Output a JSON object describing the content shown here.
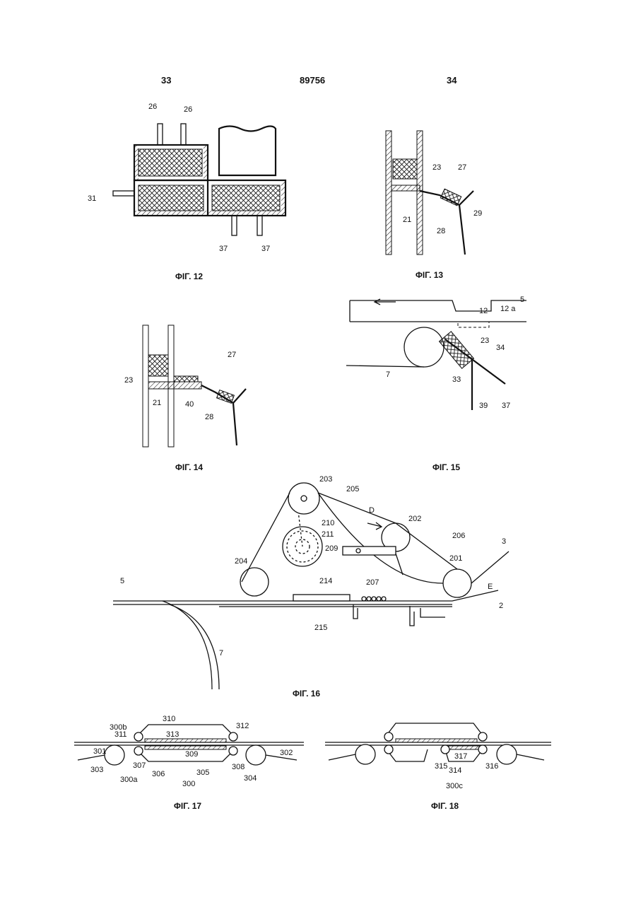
{
  "header": {
    "left_page": "33",
    "doc_number": "89756",
    "right_page": "34"
  },
  "figures": {
    "fig12": {
      "caption": "ΦΙΓ. 12",
      "labels": [
        "26",
        "26",
        "31",
        "37",
        "37"
      ]
    },
    "fig13": {
      "caption": "ΦΙΓ. 13",
      "labels": [
        "23",
        "27",
        "21",
        "28",
        "29"
      ]
    },
    "fig14": {
      "caption": "ΦΙΓ. 14",
      "labels": [
        "27",
        "23",
        "21",
        "40",
        "28"
      ]
    },
    "fig15": {
      "caption": "ΦΙΓ. 15",
      "labels": [
        "12",
        "12 a",
        "5",
        "23",
        "34",
        "33",
        "7",
        "39",
        "37"
      ]
    },
    "fig16": {
      "caption": "ΦΙΓ. 16",
      "labels": [
        "203",
        "205",
        "D",
        "202",
        "206",
        "3",
        "210",
        "211",
        "209",
        "201",
        "204",
        "E",
        "5",
        "214",
        "207",
        "2",
        "215",
        "7"
      ]
    },
    "fig17": {
      "caption": "ΦΙΓ. 17",
      "labels": [
        "300b",
        "310",
        "311",
        "313",
        "312",
        "301",
        "309",
        "302",
        "303",
        "307",
        "306",
        "305",
        "308",
        "304",
        "300a",
        "300"
      ]
    },
    "fig18": {
      "caption": "ΦΙΓ. 18",
      "labels": [
        "315",
        "317",
        "316",
        "314",
        "300c"
      ]
    }
  }
}
